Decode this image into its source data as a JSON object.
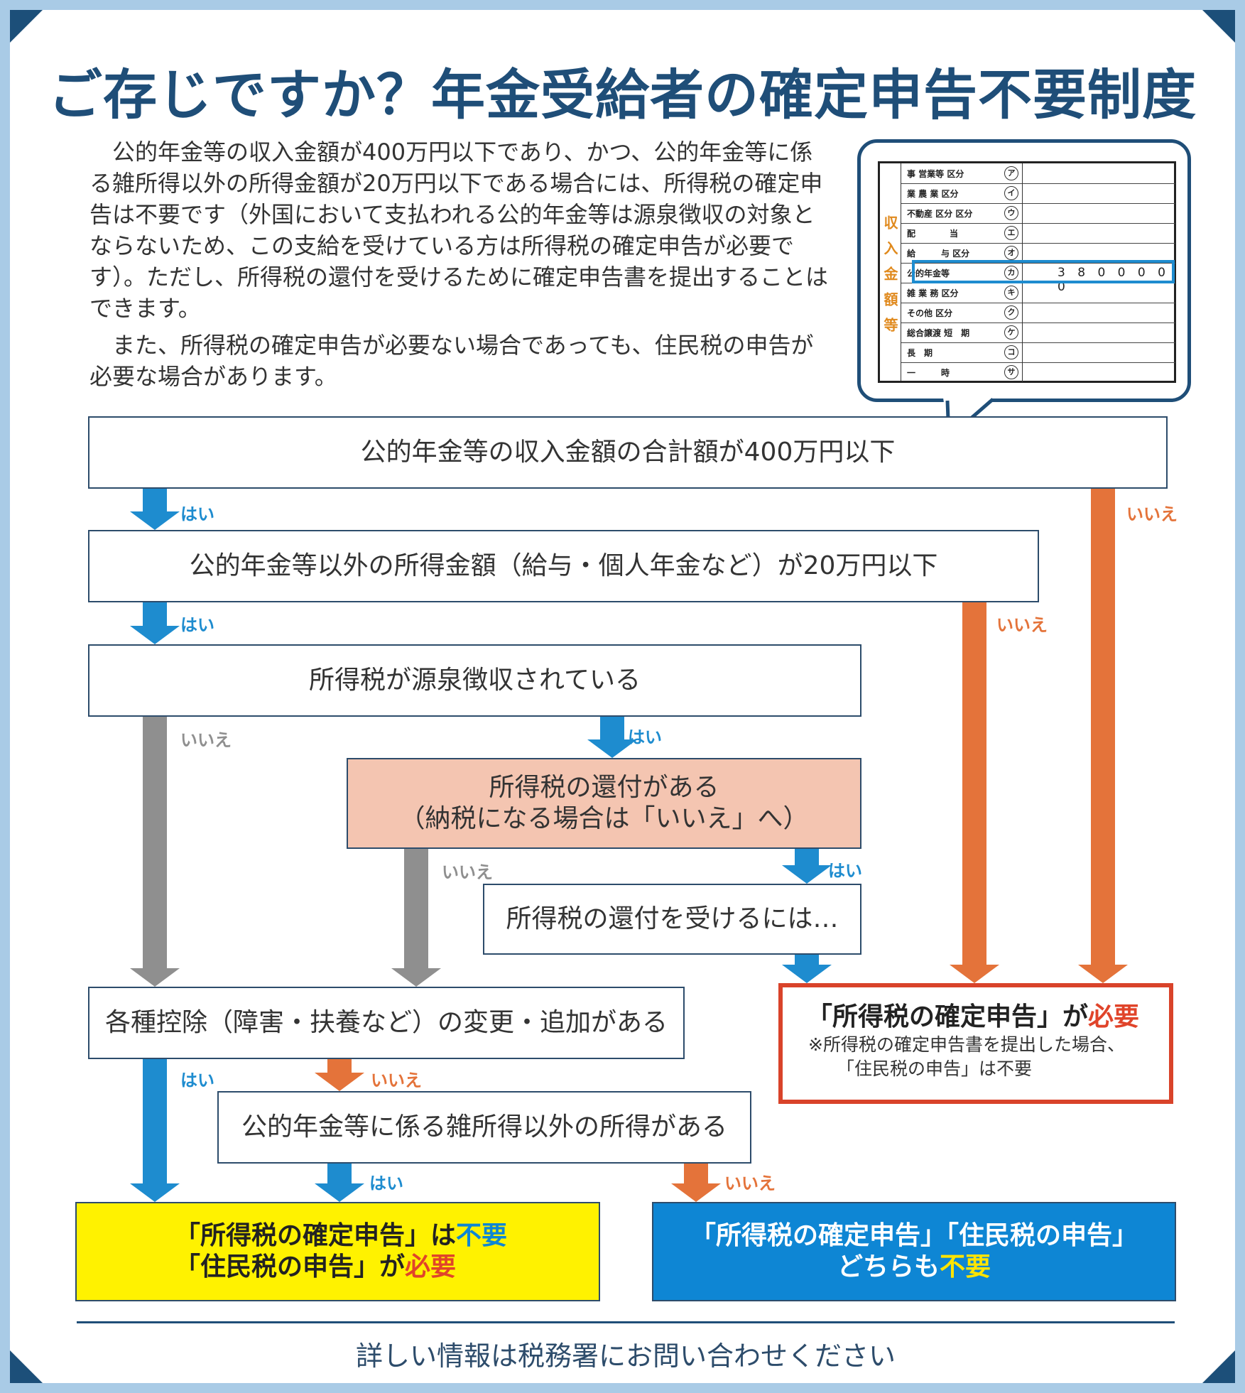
{
  "title": "ご存じですか？年金受給者の確定申告不要制度",
  "intro": {
    "p1": "公的年金等の収入金額が400万円以下であり、かつ、公的年金等に係る雑所得以外の所得金額が20万円以下である場合には、所得税の確定申告は不要です（外国において支払われる公的年金等は源泉徴収の対象とならないため、この支給を受けている方は所得税の確定申告が必要です）。ただし、所得税の還付を受けるために確定申告書を提出することはできます。",
    "p2": "また、所得税の確定申告が必要ない場合であっても、住民税の申告が必要な場合があります。"
  },
  "form": {
    "side_label": "収入金額等",
    "rows": [
      {
        "label": "事 営業等 区分",
        "mark": "ア"
      },
      {
        "label": "業 農 業 区分",
        "mark": "イ"
      },
      {
        "label": "不動産 区分 区分",
        "mark": "ウ"
      },
      {
        "label": "配　　　　当",
        "mark": "エ"
      },
      {
        "label": "給　　　与 区分",
        "mark": "オ"
      },
      {
        "label": "公的年金等",
        "mark": "カ",
        "value": "3800000"
      },
      {
        "label": "雑 業 務 区分",
        "mark": "キ"
      },
      {
        "label": "その他 区分",
        "mark": "ク"
      },
      {
        "label": "総合譲渡 短　期",
        "mark": "ケ"
      },
      {
        "label": "長　期",
        "mark": "コ"
      },
      {
        "label": "一　　　時",
        "mark": "サ"
      }
    ]
  },
  "flow": {
    "q1": "公的年金等の収入金額の合計額が400万円以下",
    "q2": "公的年金等以外の所得金額（給与・個人年金など）が20万円以下",
    "q3": "所得税が源泉徴収されている",
    "q4_line1": "所得税の還付がある",
    "q4_line2": "（納税になる場合は「いいえ」へ）",
    "q5": "所得税の還付を受けるには…",
    "q6": "各種控除（障害・扶養など）の変更・追加がある",
    "q7": "公的年金等に係る雑所得以外の所得がある",
    "yes": "はい",
    "no": "いいえ"
  },
  "results": {
    "required_title_a": "「所得税の確定申告」が",
    "required_title_b": "必要",
    "required_note_1": "※所得税の確定申告書を提出した場合、",
    "required_note_2": "「住民税の申告」は不要",
    "yellow_1a": "「所得税の確定申告」は",
    "yellow_1b": "不要",
    "yellow_2a": "「住民税の申告」が",
    "yellow_2b": "必要",
    "blue_1": "「所得税の確定申告」「住民税の申告」",
    "blue_2a": "どちらも",
    "blue_2b": "不要"
  },
  "footer": "詳しい情報は税務署にお問い合わせください",
  "colors": {
    "navy": "#1f4e78",
    "yes_blue": "#1e8ccf",
    "no_orange": "#e4733a",
    "grey": "#8f8f8f",
    "red": "#d9432a",
    "yellow": "#fff200"
  }
}
